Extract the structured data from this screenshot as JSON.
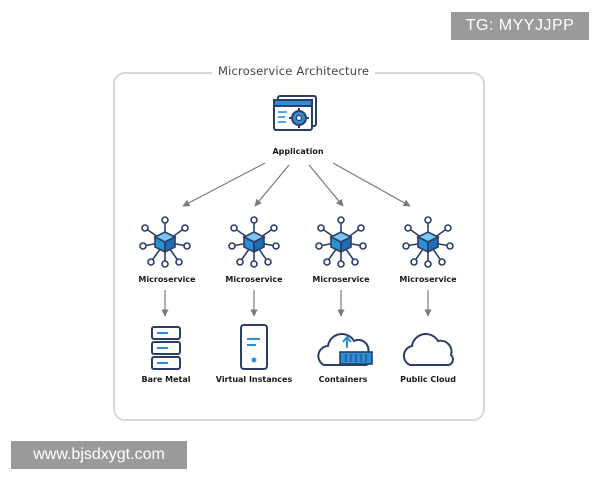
{
  "diagram": {
    "title": "Microservice Architecture",
    "root_label": "Application",
    "microservice_labels": [
      "Microservice",
      "Microservice",
      "Microservice",
      "Microservice"
    ],
    "target_labels": [
      "Bare Metal",
      "Virtual Instances",
      "Containers",
      "Public Cloud"
    ]
  },
  "icons": {
    "root": "application-window-gear-icon",
    "microservice": "microservice-hub-cube-icon",
    "targets": [
      "server-stack-icon",
      "phone-device-icon",
      "cloud-container-icon",
      "cloud-icon"
    ]
  },
  "colors": {
    "accent": "#2a8fd6",
    "outline": "#2c3e66",
    "arrow": "#7a7a7a",
    "frame_border": "#d5d7da"
  },
  "watermarks": {
    "top_right": "TG: MYYJJPP",
    "bottom_left": "www.bjsdxygt.com"
  }
}
